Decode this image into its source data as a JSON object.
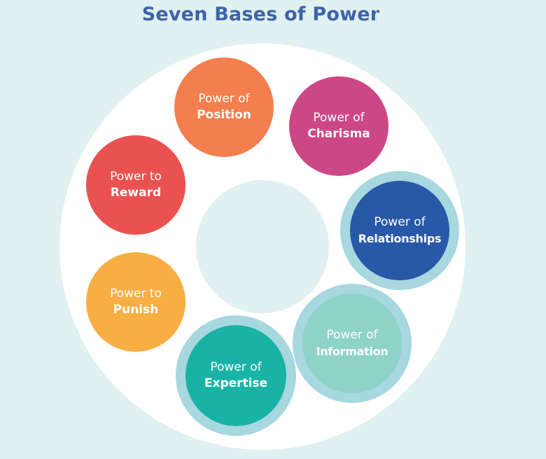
{
  "title": "Seven Bases of Power",
  "colors": {
    "background": "#e1f0f1",
    "title": "#3d64a8",
    "ring": "#ffffff",
    "halo": "#a7d7df",
    "position": "#f47f4e",
    "charisma": "#cd4786",
    "reward": "#ea5251",
    "relationships": "#2858a8",
    "punish": "#f8ae42",
    "information": "#8ed2c8",
    "expertise": "#19b3a6"
  },
  "bases": [
    {
      "id": "position",
      "line1": "Power of",
      "line2": "Position",
      "highlighted": false
    },
    {
      "id": "charisma",
      "line1": "Power of",
      "line2": "Charisma",
      "highlighted": false
    },
    {
      "id": "reward",
      "line1": "Power to",
      "line2": "Reward",
      "highlighted": false
    },
    {
      "id": "relationships",
      "line1": "Power of",
      "line2": "Relationships",
      "highlighted": true
    },
    {
      "id": "punish",
      "line1": "Power to",
      "line2": "Punish",
      "highlighted": false
    },
    {
      "id": "information",
      "line1": "Power of",
      "line2": "Information",
      "highlighted": true
    },
    {
      "id": "expertise",
      "line1": "Power of",
      "line2": "Expertise",
      "highlighted": true
    }
  ]
}
